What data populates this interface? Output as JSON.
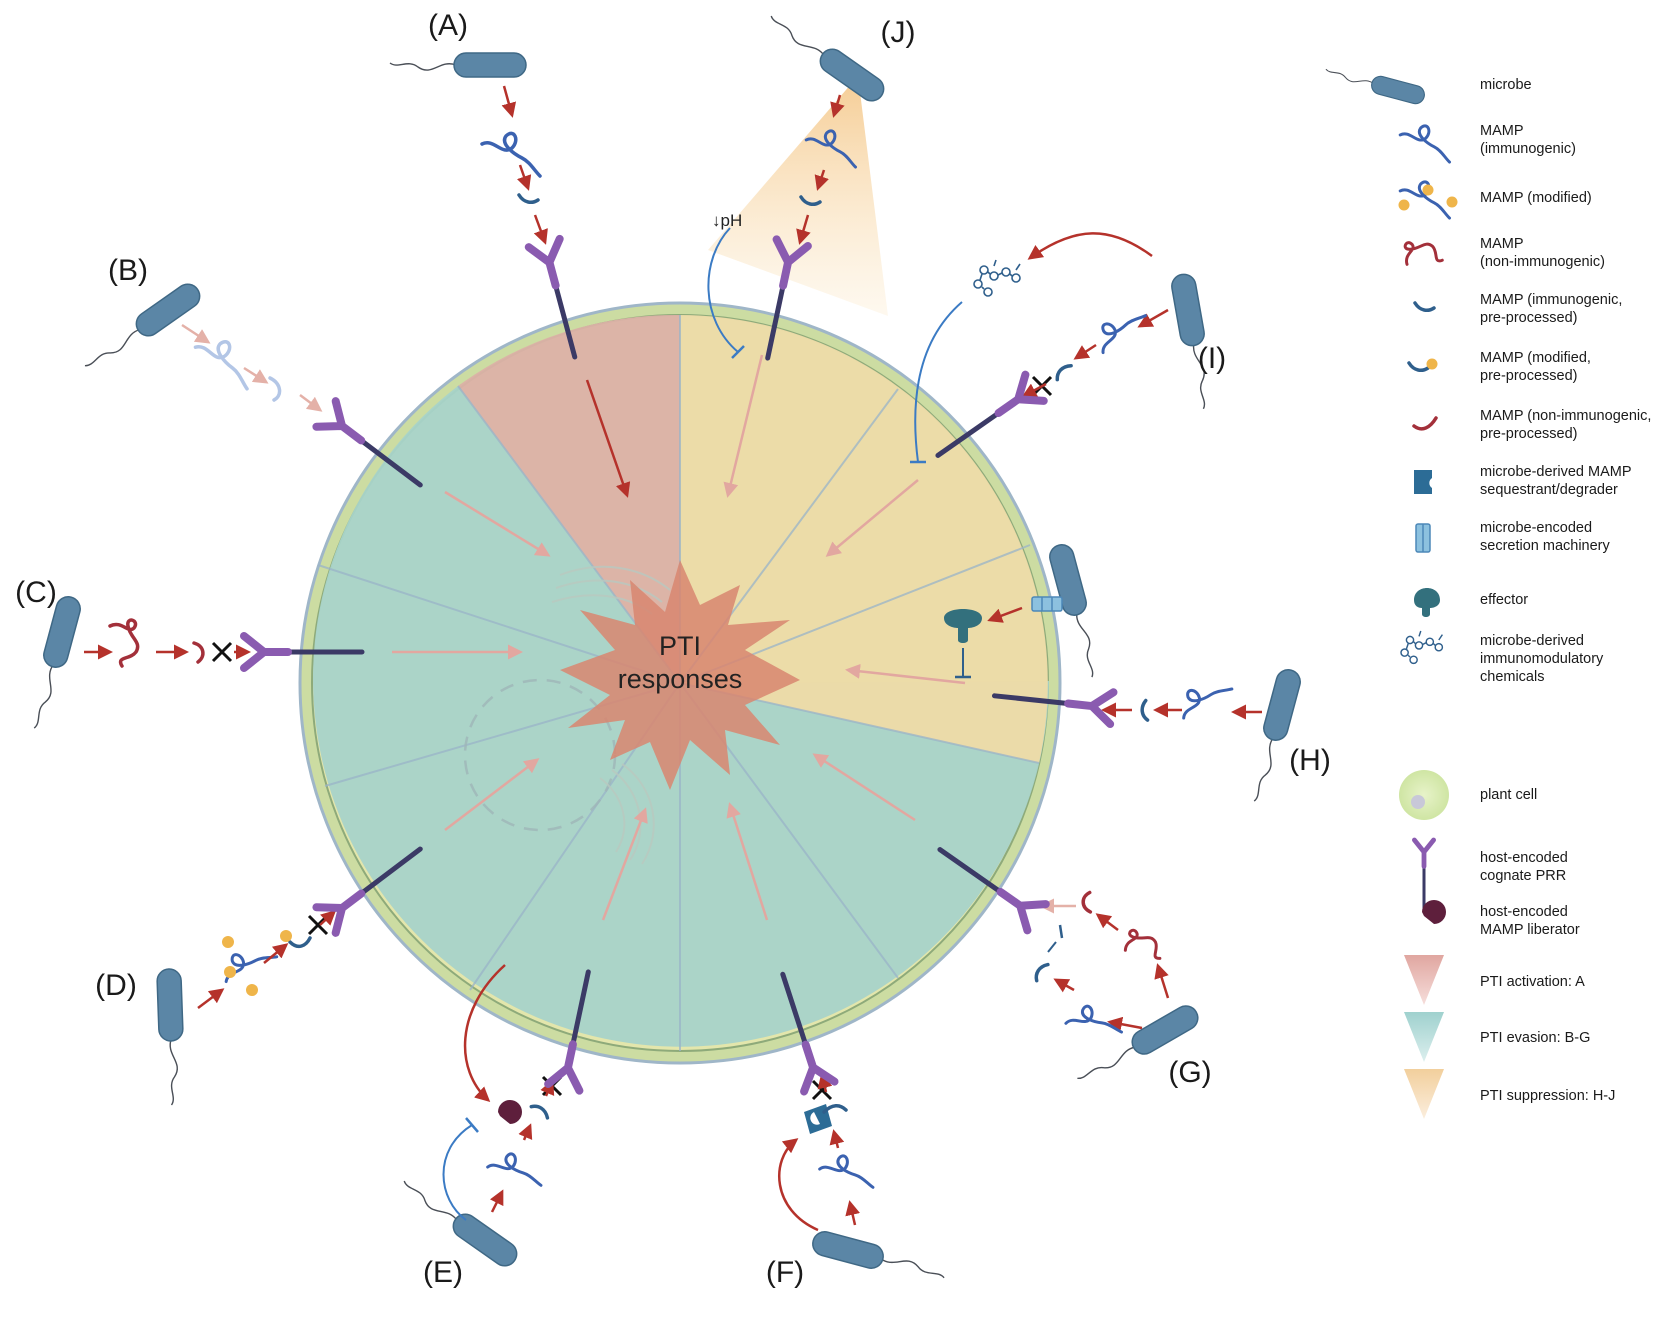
{
  "center": {
    "line1": "PTI",
    "line2": "responses"
  },
  "ph_label": "↓pH",
  "panels": [
    {
      "label": "(A)"
    },
    {
      "label": "(B)"
    },
    {
      "label": "(C)"
    },
    {
      "label": "(D)"
    },
    {
      "label": "(E)"
    },
    {
      "label": "(F)"
    },
    {
      "label": "(G)"
    },
    {
      "label": "(H)"
    },
    {
      "label": "(I)"
    },
    {
      "label": "(J)"
    }
  ],
  "legend": {
    "microbe": [
      "microbe"
    ],
    "mamp_immuno": [
      "MAMP",
      "(immunogenic)"
    ],
    "mamp_mod": [
      "MAMP (modified)"
    ],
    "mamp_nonimmuno": [
      "MAMP",
      "(non-immunogenic)"
    ],
    "mamp_immuno_pre": [
      "MAMP (immunogenic,",
      "pre-processed)"
    ],
    "mamp_mod_pre": [
      "MAMP (modified,",
      "pre-processed)"
    ],
    "mamp_nonimmuno_pre": [
      "MAMP (non-immunogenic,",
      "pre-processed)"
    ],
    "sequestrant": [
      "microbe-derived MAMP",
      "sequestrant/degrader"
    ],
    "secretion": [
      "microbe-encoded",
      "secretion machinery"
    ],
    "effector": [
      "effector"
    ],
    "chemicals": [
      "microbe-derived",
      "immunomodulatory",
      "chemicals"
    ],
    "plant_cell": [
      "plant cell"
    ],
    "prr": [
      "host-encoded",
      "cognate PRR"
    ],
    "liberator": [
      "host-encoded",
      "MAMP liberator"
    ],
    "activation": [
      "PTI activation: A"
    ],
    "evasion": [
      "PTI evasion: B-G"
    ],
    "suppression": [
      "PTI suppression: H-J"
    ]
  },
  "colors": {
    "microbe": "#5b86a6",
    "mamp_blue": "#3b62b0",
    "mamp_red": "#a3303a",
    "arrow_red": "#b5322b",
    "prr_purple": "#8a5bb0",
    "prr_stem": "#3b3a66",
    "cell_outline": "#a9b964",
    "activation": "#d9a9a3",
    "evasion": "#a8d3c9",
    "suppression": "#f2dca6",
    "ptis_star": "#d88670",
    "modified_dot": "#efb54a",
    "liberator": "#5e1f3c",
    "effector": "#33707d",
    "sequestrant": "#2c6c96"
  }
}
